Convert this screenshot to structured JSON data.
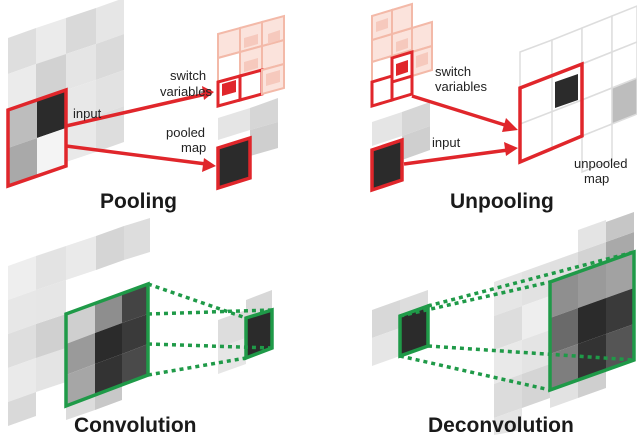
{
  "panels": {
    "pooling": {
      "title": "Pooling",
      "label_switch_1": "switch",
      "label_switch_2": "variables",
      "label_input": "input",
      "label_pooled_1": "pooled",
      "label_pooled_2": "map"
    },
    "unpooling": {
      "title": "Unpooling",
      "label_switch_1": "switch",
      "label_switch_2": "variables",
      "label_input": "input",
      "label_unpooled_1": "unpooled",
      "label_unpooled_2": "map"
    },
    "convolution": {
      "title": "Convolution"
    },
    "deconvolution": {
      "title": "Deconvolution"
    }
  },
  "colors": {
    "red": "#e0262b",
    "green": "#1f9a48",
    "pink": "#f6c9bd",
    "dark": "#333333"
  }
}
